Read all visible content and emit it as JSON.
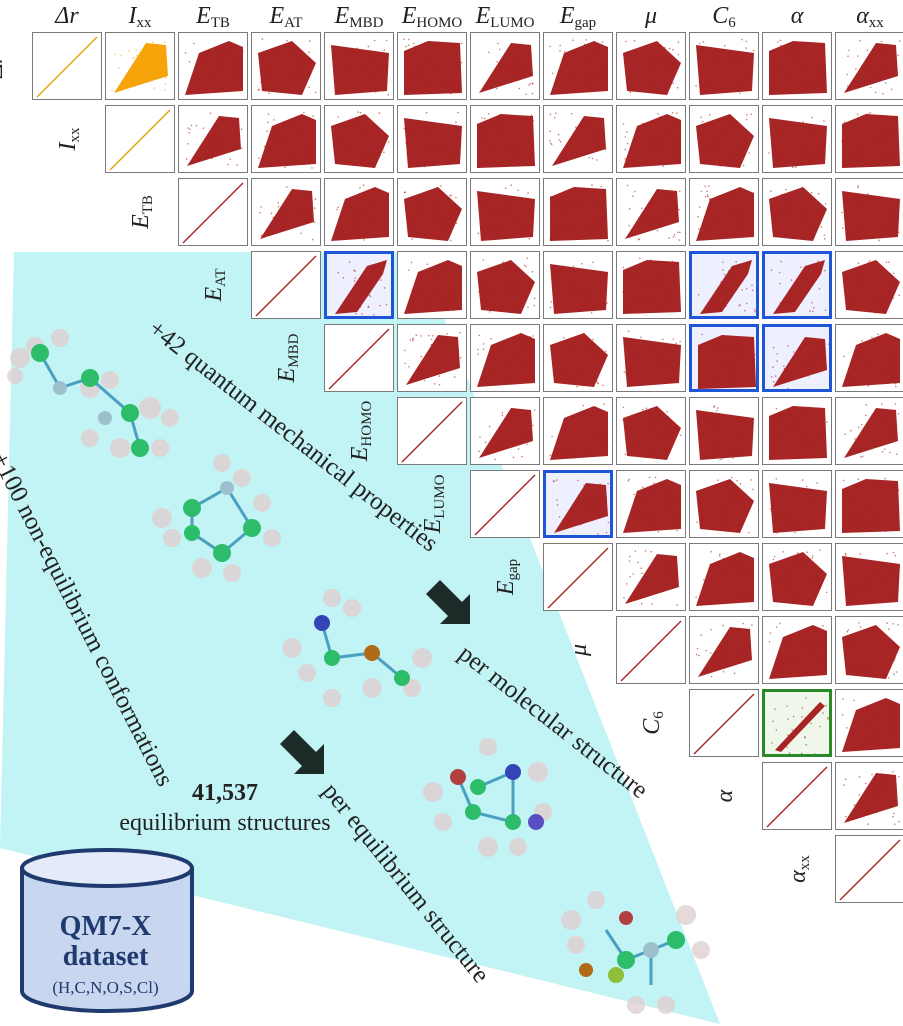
{
  "columns": [
    {
      "sym": "Δr",
      "sub": ""
    },
    {
      "sym": "I",
      "sub": "xx"
    },
    {
      "sym": "E",
      "sub": "TB"
    },
    {
      "sym": "E",
      "sub": "AT"
    },
    {
      "sym": "E",
      "sub": "MBD"
    },
    {
      "sym": "E",
      "sub": "HOMO"
    },
    {
      "sym": "E",
      "sub": "LUMO"
    },
    {
      "sym": "E",
      "sub": "gap"
    },
    {
      "sym": "μ",
      "sub": ""
    },
    {
      "sym": "C",
      "sub": "6"
    },
    {
      "sym": "α",
      "sub": ""
    },
    {
      "sym": "α",
      "sub": "xx"
    }
  ],
  "highlights": [
    {
      "row": 3,
      "col": 4,
      "kind": "blue"
    },
    {
      "row": 3,
      "col": 9,
      "kind": "blue"
    },
    {
      "row": 3,
      "col": 10,
      "kind": "blue"
    },
    {
      "row": 4,
      "col": 9,
      "kind": "blue"
    },
    {
      "row": 4,
      "col": 10,
      "kind": "blue"
    },
    {
      "row": 6,
      "col": 7,
      "kind": "blue"
    },
    {
      "row": 9,
      "col": 10,
      "kind": "green"
    }
  ],
  "colors": {
    "scatter": "#a82525",
    "first_row_highlight": "#f7a30a",
    "diag_line_first": "#e3a30f",
    "diag_line": "#a82525",
    "wedge": "#bff2f4",
    "blue_frame": "#1f56d8",
    "green_frame": "#2a8a2a",
    "arrow": "#1c2a28",
    "db_fill": "#c9d6ef",
    "db_stroke": "#1e3a6e"
  },
  "labels": {
    "properties": "+42 quantum mechanical properties",
    "per_molecular": "per molecular structure",
    "conformations": "+100 non-equilibrium conformations",
    "per_equilibrium": "per equilibrium structure",
    "count": "41,537",
    "equilibrium": "equilibrium structures"
  },
  "dataset": {
    "title_line1": "QM7-X",
    "title_line2": "dataset",
    "elements": "(H,C,N,O,S,Cl)"
  },
  "icons": [
    "arrow-icon",
    "database-icon",
    "molecule-icon"
  ]
}
